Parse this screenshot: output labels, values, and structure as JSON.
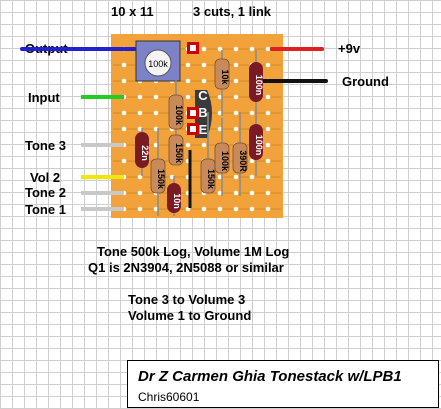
{
  "header": {
    "size": "10 x 11",
    "cuts": "3 cuts, 1 link"
  },
  "labels": {
    "output": "Output",
    "input": "Input",
    "tone3": "Tone 3",
    "vol2": "Vol 2",
    "tone2": "Tone 2",
    "tone1": "Tone 1",
    "plus9v": "+9v",
    "ground": "Ground"
  },
  "components": {
    "pot": "100k",
    "transistor": [
      "C",
      "B",
      "E"
    ],
    "r_10k": "10k",
    "c_100n_top": "100n",
    "r_100k_a": "100k",
    "r_150k_top": "150k",
    "c_22n": "22n",
    "r_150k_a": "150k",
    "r_150k_b": "150k",
    "c_10n": "10n",
    "r_100k_b": "100k",
    "r_390r": "390R",
    "c_100n_right": "100n"
  },
  "notes": {
    "line1": "Tone 500k Log, Volume 1M Log",
    "line2": "Q1 is 2N3904,  2N5088 or similar",
    "line3": "Tone 3 to Volume 3",
    "line4": "Volume 1 to Ground"
  },
  "title": {
    "main": "Dr Z Carmen Ghia Tonestack w/LPB1",
    "author": "Chris60601"
  },
  "colors": {
    "board": "#f2a23a",
    "strip_dark": "#d08a24",
    "hole": "#ffffff",
    "wire_output": "#2222cc",
    "wire_input": "#22cc22",
    "wire_gray": "#c8c8c8",
    "wire_yellow": "#f0e800",
    "wire_red": "#e02020",
    "wire_black": "#111111",
    "resistor": "#c88a5a",
    "capacitor": "#7a1a22",
    "cut": "#cc0000"
  }
}
